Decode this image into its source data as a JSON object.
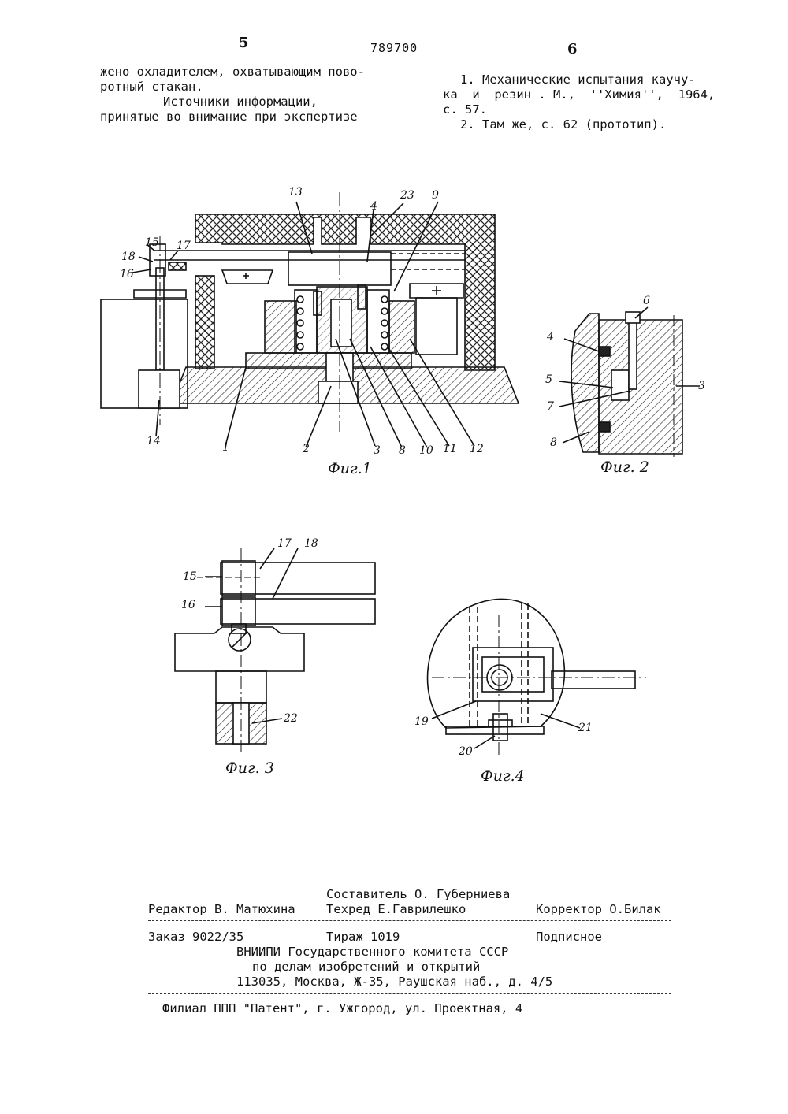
{
  "header": {
    "page_left": "5",
    "patent_number": "789700",
    "page_right": "6"
  },
  "left_column": {
    "line1": "жено охладителем, охватывающим пово-",
    "line2": "ротный стакан.",
    "line3": "Источники информации,",
    "line4": "принятые во внимание при экспертизе"
  },
  "right_column": {
    "line1": "1. Механические испытания каучу-",
    "line2": "ка  и  резин . М.,  ''Химия'',  1964,",
    "line3": "с. 57.",
    "line4": "2. Там же, с. 62 (прототип)."
  },
  "figures": {
    "fig1": {
      "caption": "Фиг.1",
      "labels": {
        "l13": "13",
        "l4": "4",
        "l23": "23",
        "l9": "9",
        "l15": "15",
        "l17": "17",
        "l18": "18",
        "l16": "16",
        "l14": "14",
        "l1": "1",
        "l2": "2",
        "l3": "3",
        "l8": "8",
        "l10": "10",
        "l11": "11",
        "l12": "12"
      }
    },
    "fig2": {
      "caption": "Фиг. 2",
      "labels": {
        "l6": "6",
        "l4": "4",
        "l5": "5",
        "l7": "7",
        "l8": "8",
        "l3": "3"
      }
    },
    "fig3": {
      "caption": "Фиг. 3",
      "labels": {
        "l17": "17",
        "l18": "18",
        "l15": "15",
        "l16": "16",
        "l22": "22"
      }
    },
    "fig4": {
      "caption": "Фиг.4",
      "labels": {
        "l19": "19",
        "l21": "21",
        "l20": "20"
      }
    }
  },
  "footer": {
    "compiler": "Составитель О. Губерниева",
    "editor": "Редактор В. Матюхина",
    "techred": "Техред Е.Гаврилешко",
    "corrector": "Корректор О.Билак",
    "order": "Заказ 9022/35",
    "circulation": "Тираж 1019",
    "subscription": "Подписное",
    "org1": "ВНИИПИ Государственного комитета СССР",
    "org2": "по делам изобретений и открытий",
    "org3": "113035, Москва, Ж-35, Раушская наб., д. 4/5",
    "branch": "Филиал ППП \"Патент\", г. Ужгород, ул. Проектная, 4"
  }
}
